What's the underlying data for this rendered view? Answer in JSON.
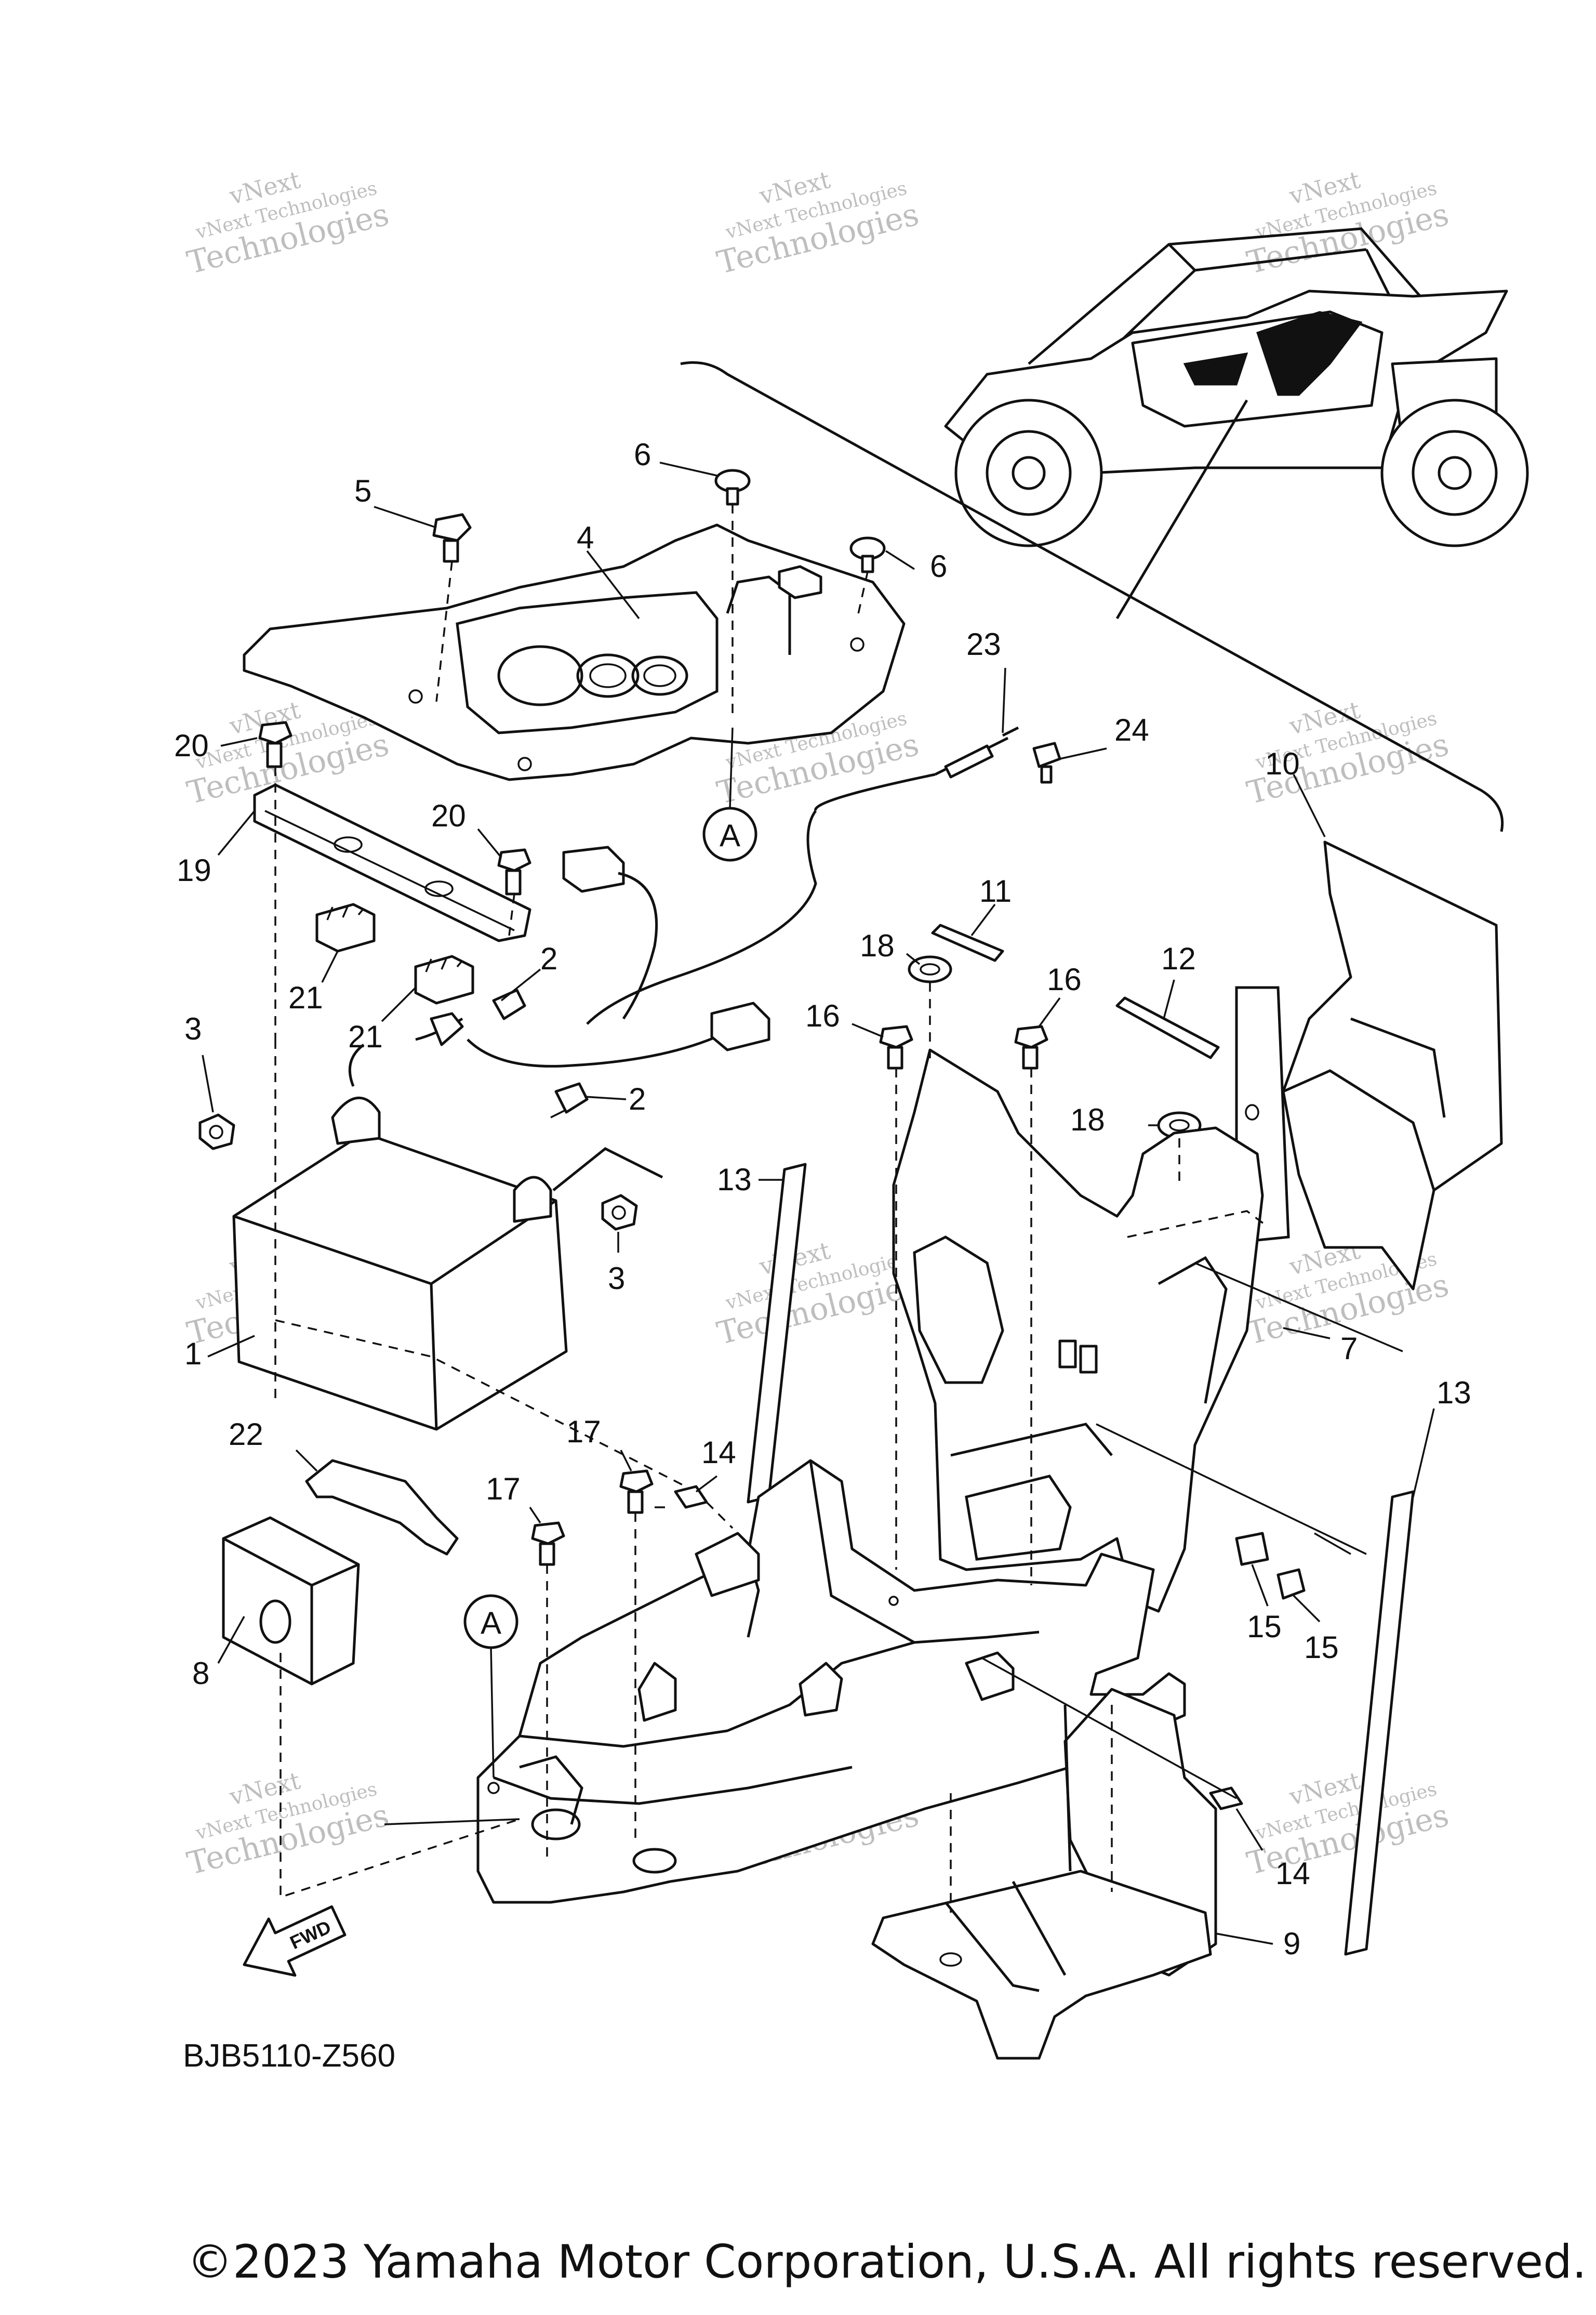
{
  "diagram": {
    "code": "BJB5110-Z560",
    "copyright": "©2023 Yamaha Motor Corporation, U.S.A. All rights reserved.",
    "watermark": {
      "line1": "vNext",
      "line2": "vNext Technologies",
      "line3": "Technologies"
    },
    "fwd_label": "FWD",
    "callout_letter": "A"
  },
  "callouts": [
    {
      "id": "c1",
      "text": "1"
    },
    {
      "id": "c2a",
      "text": "2"
    },
    {
      "id": "c2b",
      "text": "2"
    },
    {
      "id": "c3a",
      "text": "3"
    },
    {
      "id": "c3b",
      "text": "3"
    },
    {
      "id": "c4",
      "text": "4"
    },
    {
      "id": "c5",
      "text": "5"
    },
    {
      "id": "c6a",
      "text": "6"
    },
    {
      "id": "c6b",
      "text": "6"
    },
    {
      "id": "c7",
      "text": "7"
    },
    {
      "id": "c8",
      "text": "8"
    },
    {
      "id": "c9",
      "text": "9"
    },
    {
      "id": "c10",
      "text": "10"
    },
    {
      "id": "c11",
      "text": "11"
    },
    {
      "id": "c12",
      "text": "12"
    },
    {
      "id": "c13a",
      "text": "13"
    },
    {
      "id": "c13b",
      "text": "13"
    },
    {
      "id": "c14a",
      "text": "14"
    },
    {
      "id": "c14b",
      "text": "14"
    },
    {
      "id": "c15a",
      "text": "15"
    },
    {
      "id": "c15b",
      "text": "15"
    },
    {
      "id": "c16a",
      "text": "16"
    },
    {
      "id": "c16b",
      "text": "16"
    },
    {
      "id": "c17a",
      "text": "17"
    },
    {
      "id": "c17b",
      "text": "17"
    },
    {
      "id": "c18a",
      "text": "18"
    },
    {
      "id": "c18b",
      "text": "18"
    },
    {
      "id": "c19",
      "text": "19"
    },
    {
      "id": "c20a",
      "text": "20"
    },
    {
      "id": "c20b",
      "text": "20"
    },
    {
      "id": "c21a",
      "text": "21"
    },
    {
      "id": "c21b",
      "text": "21"
    },
    {
      "id": "c22",
      "text": "22"
    },
    {
      "id": "c23",
      "text": "23"
    },
    {
      "id": "c24",
      "text": "24"
    }
  ]
}
